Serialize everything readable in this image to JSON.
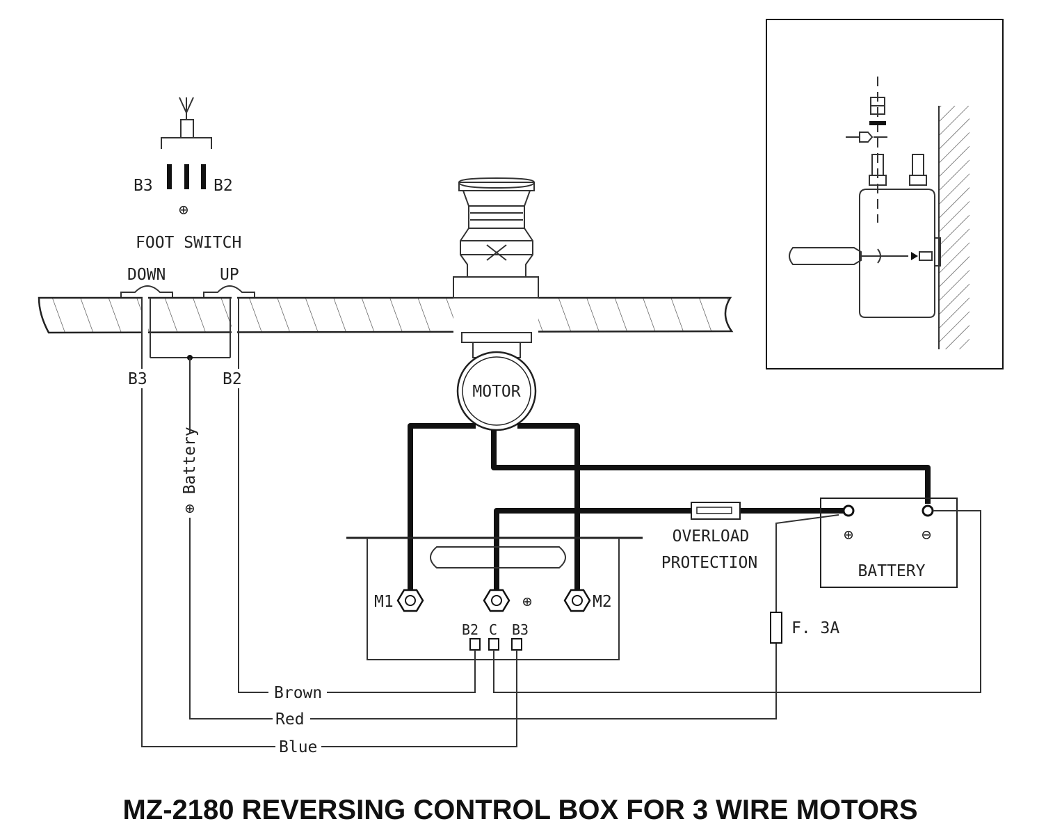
{
  "title": "MZ-2180 REVERSING CONTROL BOX FOR 3 WIRE MOTORS",
  "foot_switch": {
    "label": "FOOT SWITCH",
    "down_label": "DOWN",
    "up_label": "UP",
    "pin_left": "B3",
    "pin_right": "B2",
    "plus_symbol": "⊕"
  },
  "deck_wires": {
    "left": "B3",
    "right": "B2",
    "battery_label": "⊕ Battery"
  },
  "motor": {
    "label": "MOTOR"
  },
  "control_box": {
    "m1": "M1",
    "m2": "M2",
    "plus_symbol": "⊕",
    "b2": "B2",
    "c": "C",
    "b3": "B3"
  },
  "overload": {
    "line1": "OVERLOAD",
    "line2": "PROTECTION"
  },
  "battery": {
    "label": "BATTERY",
    "plus": "⊕",
    "minus": "⊖"
  },
  "fuse": {
    "label": "F. 3A"
  },
  "wires": {
    "brown": "Brown",
    "red": "Red",
    "blue": "Blue"
  }
}
